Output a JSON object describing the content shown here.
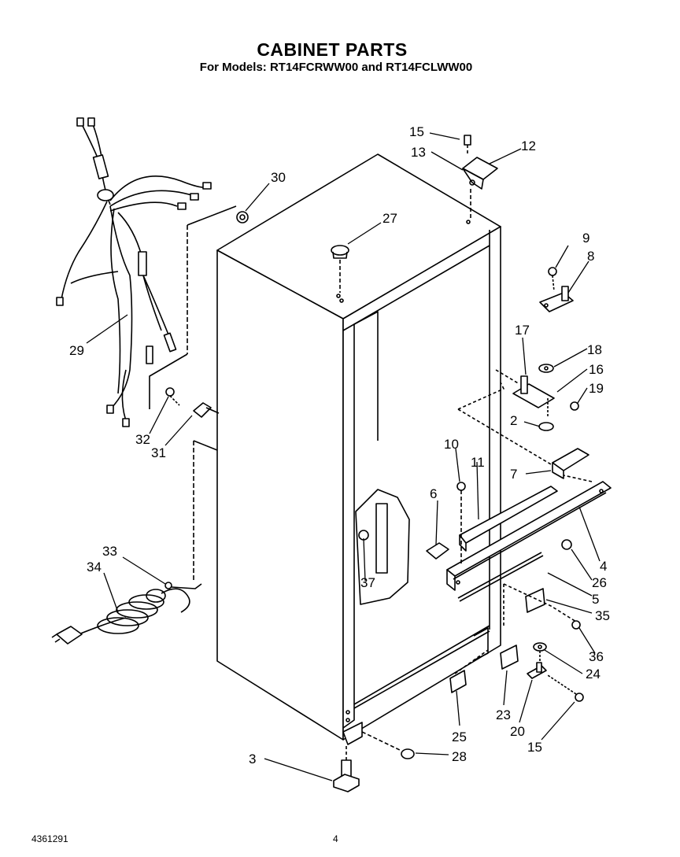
{
  "header": {
    "title": "CABINET PARTS",
    "subtitle": "For Models: RT14FCRWW00 and RT14FCLWW00"
  },
  "callouts": {
    "c15a": "15",
    "c13": "13",
    "c12": "12",
    "c30": "30",
    "c27": "27",
    "c9": "9",
    "c8": "8",
    "c17": "17",
    "c18": "18",
    "c16": "16",
    "c19": "19",
    "c2": "2",
    "c29": "29",
    "c32": "32",
    "c31": "31",
    "c10": "10",
    "c11": "11",
    "c7": "7",
    "c6": "6",
    "c37": "37",
    "c4": "4",
    "c26": "26",
    "c5": "5",
    "c33": "33",
    "c34": "34",
    "c35": "35",
    "c36": "36",
    "c24": "24",
    "c25": "25",
    "c23": "23",
    "c20": "20",
    "c15b": "15",
    "c3": "3",
    "c28": "28"
  },
  "footer": {
    "part_number": "4361291",
    "page_number": "4"
  }
}
